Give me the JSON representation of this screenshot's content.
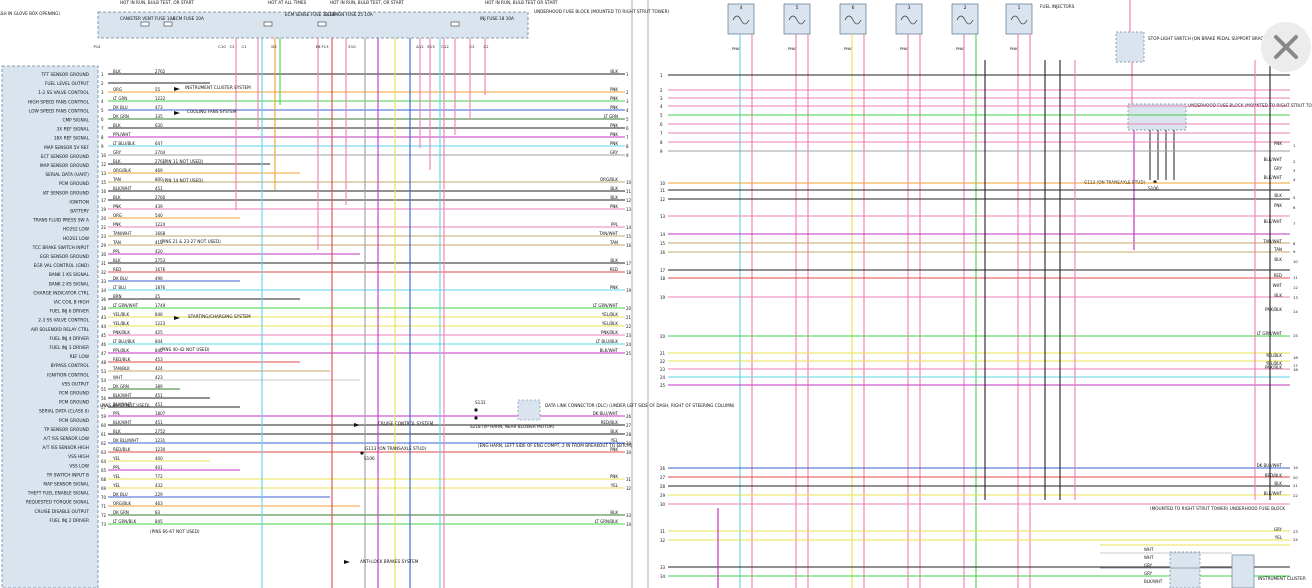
{
  "viewer": {
    "close_label": "close"
  },
  "colors": {
    "bg": "#ffffff",
    "box_fill": "#d9e4ef",
    "box_stroke": "#6b8199",
    "line_dark": "#222222",
    "PNK": "#ee7fb6",
    "LT_GRN": "#46d04a",
    "DK_GRN": "#2f7d2f",
    "ORG": "#f0a030",
    "YEL": "#e8e050",
    "TAN": "#c9a46a",
    "LT_BLU": "#5fd3e8",
    "DK_BLU": "#3a5fcf",
    "PPL": "#c236c2",
    "RED": "#e04a4a",
    "GRY": "#9aa0a6",
    "BLK": "#222222",
    "WHT": "#c8c8c8"
  },
  "left_page": {
    "top_boxes": [
      {
        "label": "INSTRUMENT PANEL FUSE BLOCK (BEHIND RIGHT SIDE OF DASH IN GLOVE BOX OPENING)"
      },
      {
        "label": "HOT IN RUN, BULB TEST, OR START"
      },
      {
        "label": "CANISTER VENT FUSE 10A"
      },
      {
        "label": "ECM FUSE 10A"
      },
      {
        "label": "HOT AT ALL TIMES"
      },
      {
        "label": "ECM SENSE FUSE 33 10A"
      },
      {
        "label": "HOT IN RUN, BULB TEST, OR START"
      },
      {
        "label": "ELEK IGN FUSE 25 10A"
      },
      {
        "label": "HOT IN RUN, BULB TEST OR START"
      },
      {
        "label": "INJ FUSE 18 10A"
      },
      {
        "label": "UNDERHOOD FUSE BLOCK (MOUNTED TO RIGHT STRUT TOWER)"
      }
    ],
    "pin_labels": [
      "TFT SENSOR GROUND",
      "FUEL LEVEL OUTPUT",
      "1-2 SS VALVE CONTROL",
      "HIGH SPEED FANS CONTROL",
      "LOW SPEED FANS CONTROL",
      "CMP SIGNAL",
      "3X REF SIGNAL",
      "18X REF SIGNAL",
      "MAP SENSOR 5V REF",
      "ECT SENSOR GROUND",
      "MAP SENSOR GROUND",
      "SERIAL DATA (UART)",
      "PCM GROUND",
      "IAT SENSOR GROUND",
      "IGNITION",
      "BATTERY",
      "TRANS FLUID PRESS SW A",
      "HO2S2 LOW",
      "HO2S1 LOW",
      "TCC BRAKE SWITCH INPUT",
      "EGR SENSOR GROUND",
      "EGR VAL CONTROL (GND)",
      "BANK 1 KS SIGNAL",
      "BANK 2 KS SIGNAL",
      "CHARGE INDICATOR CTRL",
      "IAC COIL B HIGH",
      "FUEL INJ 6 DRIVER",
      "2-3 SS VALVE CONTROL",
      "AIR SOLENOID RELAY CTRL",
      "FUEL INJ 4 DRIVER",
      "FUEL INJ 3 DRIVER",
      "REF LOW",
      "BYPASS CONTROL",
      "IGNITION CONTROL",
      "VSS OUTPUT",
      "PCM GROUND",
      "PCM GROUND",
      "SERIAL DATA (CLASS II)",
      "PCM GROUND",
      "TP SENSOR GROUND",
      "A/T ISS SENSOR LOW",
      "A/T ISS SENSOR HIGH",
      "VSS HIGH",
      "VSS LOW",
      "TR SWITCH INPUT B",
      "MAP SENSOR SIGNAL",
      "THEFT FUEL ENABLE SIGNAL",
      "REQUESTED TORQUE SIGNAL",
      "CRUISE DISABLE OUTPUT",
      "FUEL INJ 2 DRIVER"
    ],
    "wires": [
      {
        "pin": "1",
        "color": "BLK",
        "circuit": "2762",
        "end": "BLK",
        "num": "1"
      },
      {
        "pin": "2",
        "color": "",
        "circuit": "",
        "end": "",
        "num": ""
      },
      {
        "pin": "3",
        "color": "ORG",
        "circuit": "55",
        "end": "PNK",
        "num": "2"
      },
      {
        "pin": "4",
        "color": "LT GRN",
        "circuit": "1222",
        "end": "PNK",
        "num": "3"
      },
      {
        "pin": "5",
        "color": "DK BLU",
        "circuit": "473",
        "end": "PNK",
        "num": "4"
      },
      {
        "pin": "6",
        "color": "DK GRN",
        "circuit": "335",
        "end": "LT GRN",
        "num": "5"
      },
      {
        "pin": "7",
        "color": "BLK",
        "circuit": "630",
        "end": "PNK",
        "num": "6"
      },
      {
        "pin": "8",
        "color": "PPL/WHT",
        "circuit": "",
        "end": "PNK",
        "num": "7"
      },
      {
        "pin": "9",
        "color": "LT BLU/BLK",
        "circuit": "647",
        "end": "PNK",
        "num": "8"
      },
      {
        "pin": "10",
        "color": "GRY",
        "circuit": "2704",
        "end": "GRY",
        "num": "9"
      },
      {
        "pin": "12",
        "color": "BLK",
        "circuit": "2761",
        "end": "",
        "num": ""
      },
      {
        "pin": "13",
        "color": "ORG/BLK",
        "circuit": "469",
        "end": "",
        "num": ""
      },
      {
        "pin": "15",
        "color": "TAN",
        "circuit": "800",
        "end": "ORG/BLK",
        "num": "10"
      },
      {
        "pin": "16",
        "color": "BLK/WHT",
        "circuit": "451",
        "end": "BLK",
        "num": "11"
      },
      {
        "pin": "17",
        "color": "BLK",
        "circuit": "2760",
        "end": "BLK",
        "num": "12"
      },
      {
        "pin": "19",
        "color": "PNK",
        "circuit": "439",
        "end": "PNK",
        "num": "13"
      },
      {
        "pin": "20",
        "color": "ORG",
        "circuit": "540",
        "end": "",
        "num": ""
      },
      {
        "pin": "22",
        "color": "PNK",
        "circuit": "1224",
        "end": "PPL",
        "num": "14"
      },
      {
        "pin": "23",
        "color": "TAN/WHT",
        "circuit": "1668",
        "end": "TAN/WHT",
        "num": "15"
      },
      {
        "pin": "29",
        "color": "TAN",
        "circuit": "413",
        "end": "TAN",
        "num": "16"
      },
      {
        "pin": "30",
        "color": "PPL",
        "circuit": "420",
        "end": "",
        "num": ""
      },
      {
        "pin": "31",
        "color": "BLK",
        "circuit": "2753",
        "end": "BLK",
        "num": "17"
      },
      {
        "pin": "32",
        "color": "RED",
        "circuit": "1676",
        "end": "RED",
        "num": "18"
      },
      {
        "pin": "33",
        "color": "DK BLU",
        "circuit": "496",
        "end": "",
        "num": ""
      },
      {
        "pin": "34",
        "color": "LT BLU",
        "circuit": "1876",
        "end": "PNK",
        "num": "19"
      },
      {
        "pin": "36",
        "color": "BRN",
        "circuit": "25",
        "end": "",
        "num": ""
      },
      {
        "pin": "38",
        "color": "LT GRN/WHT",
        "circuit": "1749",
        "end": "LT GRN/WHT",
        "num": "20"
      },
      {
        "pin": "43",
        "color": "YEL/BLK",
        "circuit": "846",
        "end": "YEL/BLK",
        "num": "21"
      },
      {
        "pin": "44",
        "color": "YEL/BLK",
        "circuit": "1223",
        "end": "YEL/BLK",
        "num": "22"
      },
      {
        "pin": "45",
        "color": "PNK/BLK",
        "circuit": "425",
        "end": "PNK/BLK",
        "num": "23"
      },
      {
        "pin": "46",
        "color": "LT BLU/BLK",
        "circuit": "844",
        "end": "LT BLU/BLK",
        "num": "24"
      },
      {
        "pin": "47",
        "color": "PPL/BLK",
        "circuit": "845",
        "end": "BLK/WHT",
        "num": "25"
      },
      {
        "pin": "48",
        "color": "RED/BLK",
        "circuit": "453",
        "end": "",
        "num": ""
      },
      {
        "pin": "53",
        "color": "TAN/BLK",
        "circuit": "424",
        "end": "",
        "num": ""
      },
      {
        "pin": "54",
        "color": "WHT",
        "circuit": "423",
        "end": "",
        "num": ""
      },
      {
        "pin": "55",
        "color": "DK GRN",
        "circuit": "389",
        "end": "",
        "num": ""
      },
      {
        "pin": "56",
        "color": "BLK/WHT",
        "circuit": "451",
        "end": "",
        "num": ""
      },
      {
        "pin": "57",
        "color": "BLK/WHT",
        "circuit": "451",
        "end": "",
        "num": ""
      },
      {
        "pin": "59",
        "color": "PPL",
        "circuit": "1807",
        "end": "DK BLU/WHT",
        "num": "26"
      },
      {
        "pin": "60",
        "color": "BLK/WHT",
        "circuit": "451",
        "end": "RED/BLK",
        "num": "27"
      },
      {
        "pin": "61",
        "color": "BLK",
        "circuit": "2752",
        "end": "BLK",
        "num": "28"
      },
      {
        "pin": "62",
        "color": "DK BLU/WHT",
        "circuit": "1231",
        "end": "YEL",
        "num": "29"
      },
      {
        "pin": "63",
        "color": "RED/BLK",
        "circuit": "1230",
        "end": "PNK",
        "num": "30"
      },
      {
        "pin": "64",
        "color": "YEL",
        "circuit": "400",
        "end": "",
        "num": ""
      },
      {
        "pin": "65",
        "color": "PPL",
        "circuit": "401",
        "end": "",
        "num": ""
      },
      {
        "pin": "68",
        "color": "YEL",
        "circuit": "772",
        "end": "PNK",
        "num": "31"
      },
      {
        "pin": "69",
        "color": "YEL",
        "circuit": "432",
        "end": "YEL",
        "num": "32"
      },
      {
        "pin": "70",
        "color": "DK BLU",
        "circuit": "229",
        "end": "",
        "num": ""
      },
      {
        "pin": "71",
        "color": "ORG/BLK",
        "circuit": "463",
        "end": "",
        "num": ""
      },
      {
        "pin": "72",
        "color": "DK GRN",
        "circuit": "83",
        "end": "BLK",
        "num": "33"
      },
      {
        "pin": "73",
        "color": "LT GRN/BLK",
        "circuit": "845",
        "end": "LT GRN/BLK",
        "num": "34"
      }
    ],
    "notes": [
      {
        "text": "INSTRUMENT CLUSTER SYSTEM"
      },
      {
        "text": "COOLING FANS SYSTEM"
      },
      {
        "text": "(PIN 11 NOT USED)"
      },
      {
        "text": "(PIN 14 NOT USED)"
      },
      {
        "text": "(PINS 21 & 23-27 NOT USED)"
      },
      {
        "text": "STARTING/CHARGING SYSTEM"
      },
      {
        "text": "(PINS 40-42 NOT USED)"
      },
      {
        "text": "(PINS 49-52 NOT USED)"
      },
      {
        "text": "CRUISE CONTROL SYSTEM"
      },
      {
        "text": "G113 (ON TRANSAXLE STUD)"
      },
      {
        "text": "S106"
      },
      {
        "text": "S131"
      },
      {
        "text": "DATA LINK CONNECTOR (DLC) (UNDER LEFT SIDE OF DASH, RIGHT OF STEERING COLUMN)"
      },
      {
        "text": "S218 (I/P HARN, NEAR BLOWER MOTOR)"
      },
      {
        "text": "(ENG HARN, LEFT SIDE OF ENG COMPT, 2 IN FROM BREAKOUT TO EBTCM)"
      },
      {
        "text": "(PINS 66-67 NOT USED)"
      },
      {
        "text": "ANTI-LOCK BRAKES SYSTEM"
      }
    ]
  },
  "right_page": {
    "injectors": [
      {
        "num": "4"
      },
      {
        "num": "5"
      },
      {
        "num": "6"
      },
      {
        "num": "3"
      },
      {
        "num": "2"
      },
      {
        "num": "1"
      }
    ],
    "injector_label": "FUEL INJECTORS",
    "stop_switch": "STOP-LIGHT SWITCH (ON BRAKE PEDAL SUPPORT BRACKET)",
    "underhood": "UNDERHOOD FUSE BLOCK (MOUNTED TO RIGHT STRUT TOWER)",
    "g113": "G113 (ON TRANSAXLE STUD)",
    "s106": "S106",
    "bottom_label": "(MOUNTED TO RIGHT STRUT TOWER) UNDERHOOD FUSE BLOCK",
    "cluster": "INSTRUMENT CLUSTER",
    "right_nums": [
      "1",
      "2",
      "3",
      "4",
      "5",
      "6",
      "7",
      "8",
      "9",
      "10",
      "11",
      "12",
      "13",
      "14",
      "15",
      "16",
      "17",
      "18",
      "19",
      "20",
      "21",
      "22",
      "23",
      "24",
      "25",
      "26",
      "27",
      "28",
      "29",
      "30",
      "31",
      "32",
      "33",
      "34"
    ],
    "right_colors": [
      "PNK",
      "BLK/WHT",
      "GRY",
      "BLK/WHT",
      "BLK",
      "PNK",
      "BLK/WHT",
      "TAN/WHT",
      "TAN",
      "BLK",
      "RED",
      "WHT",
      "BLK",
      "PNK/BLK",
      "LT GRN/WHT",
      "YEL/BLK",
      "YEL/BLK",
      "PNK/BLK",
      "DK BLU/WHT",
      "RED/BLK",
      "BLK",
      "BLK/WHT",
      "GRY",
      "YEL"
    ]
  }
}
